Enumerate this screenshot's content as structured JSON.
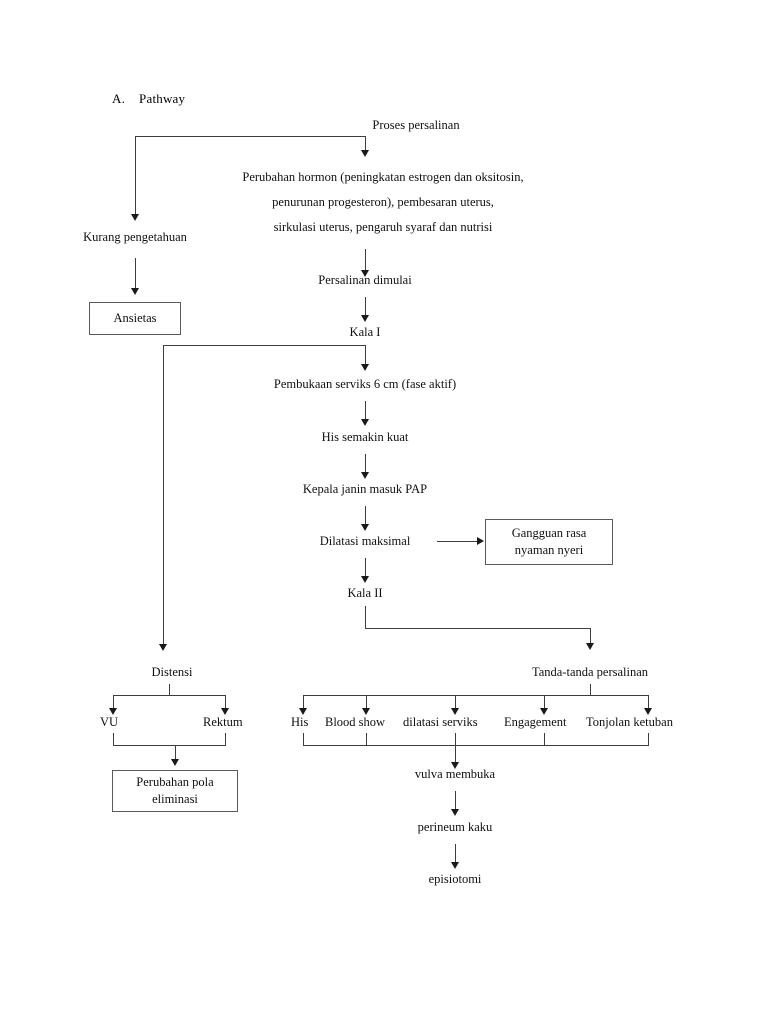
{
  "document": {
    "heading_letter": "A.",
    "heading_title": "Pathway"
  },
  "nodes": {
    "proses_persalinan": "Proses persalinan",
    "perubahan_hormon_l1": "Perubahan hormon (peningkatan estrogen dan oksitosin,",
    "perubahan_hormon_l2": "penurunan progesteron), pembesaran uterus,",
    "perubahan_hormon_l3": "sirkulasi uterus,  pengaruh syaraf dan nutrisi",
    "kurang_pengetahuan": "Kurang pengetahuan",
    "ansietas": "Ansietas",
    "persalinan_dimulai": "Persalinan dimulai",
    "kala_i": "Kala I",
    "pembukaan_serviks": "Pembukaan serviks 6 cm (fase aktif)",
    "his_semakin_kuat": "His semakin kuat",
    "kepala_janin": "Kepala janin masuk PAP",
    "dilatasi_maksimal": "Dilatasi maksimal",
    "gangguan_l1": "Gangguan rasa",
    "gangguan_l2": "nyaman nyeri",
    "kala_ii": "Kala II",
    "distensi": "Distensi",
    "vu": "VU",
    "rektum": "Rektum",
    "perubahan_pola_l1": "Perubahan pola",
    "perubahan_pola_l2": "eliminasi",
    "tanda_tanda": "Tanda-tanda persalinan",
    "his": "His",
    "blood_show": "Blood show",
    "dilatasi_serviks": "dilatasi serviks",
    "engagement": "Engagement",
    "tonjolan_ketuban": "Tonjolan ketuban",
    "vulva_membuka": "vulva membuka",
    "perineum_kaku": "perineum kaku",
    "episiotomi": "episiotomi"
  },
  "colors": {
    "ink": "#101010",
    "line": "#3d3d3d",
    "box_border": "#5a5a5a",
    "background": "#ffffff"
  }
}
